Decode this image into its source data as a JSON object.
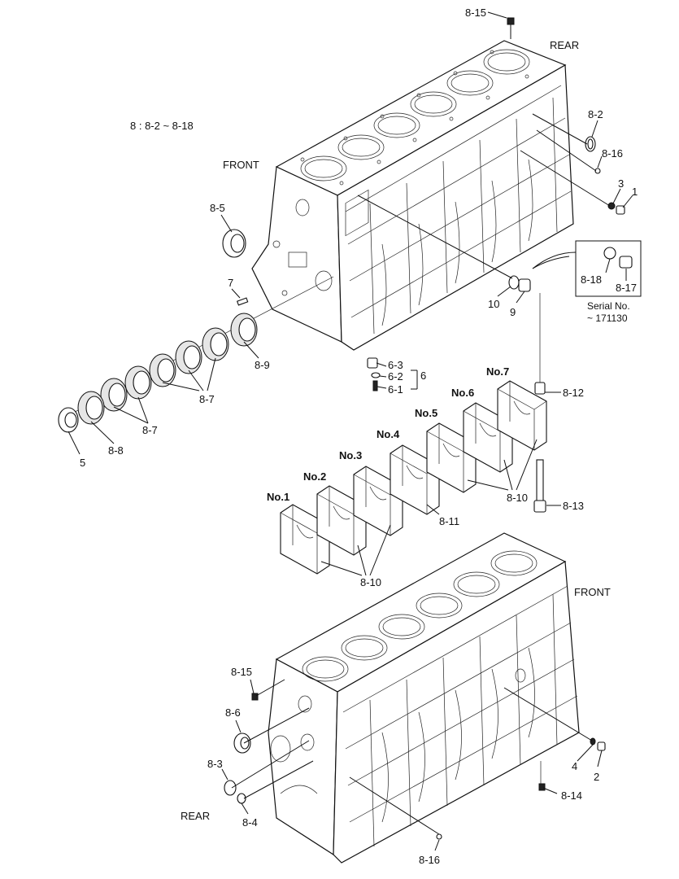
{
  "header": {
    "range_note": "8 : 8-2 ~ 8-18"
  },
  "directions": {
    "rear_top": "REAR",
    "front_top": "FRONT",
    "front_bottom": "FRONT",
    "rear_bottom": "REAR"
  },
  "inset": {
    "serial_line1": "Serial No.",
    "serial_line2": "~ 171130",
    "label_a": "8-18",
    "label_b": "8-17"
  },
  "caps": [
    "No.1",
    "No.2",
    "No.3",
    "No.4",
    "No.5",
    "No.6",
    "No.7"
  ],
  "callouts": {
    "c8_15_top": "8-15",
    "c8_2": "8-2",
    "c8_16_top": "8-16",
    "c3": "3",
    "c1": "1",
    "c8_5": "8-5",
    "c7": "7",
    "c10": "10",
    "c9": "9",
    "c8_9": "8-9",
    "c6_3": "6-3",
    "c6_2": "6-2",
    "c6_1": "6-1",
    "c6": "6",
    "c8_7a": "8-7",
    "c8_7b": "8-7",
    "c5": "5",
    "c8_8": "8-8",
    "c8_12": "8-12",
    "c8_13": "8-13",
    "c8_10a": "8-10",
    "c8_11": "8-11",
    "c8_10b": "8-10",
    "c8_15_bot": "8-15",
    "c8_6": "8-6",
    "c8_3": "8-3",
    "c8_4": "8-4",
    "c4": "4",
    "c2": "2",
    "c8_14": "8-14",
    "c8_16_bot": "8-16"
  }
}
